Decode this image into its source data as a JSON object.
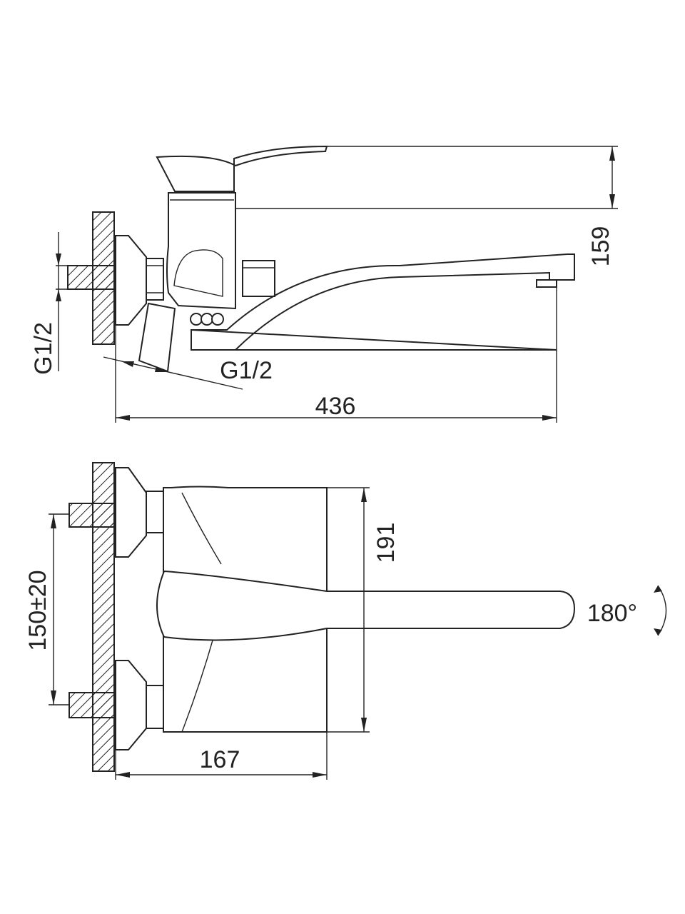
{
  "title": "Wall-mounted single-lever faucet dimension drawing",
  "side_view": {
    "height_label": "159",
    "inlet_thread_label": "G1/2",
    "outlet_thread_label": "G1/2",
    "length_label": "436"
  },
  "top_view": {
    "body_height_label": "191",
    "center_distance_label": "150±20",
    "rotation_label": "180°",
    "depth_label": "167"
  },
  "colors": {
    "line": "#222222",
    "background": "#ffffff"
  }
}
